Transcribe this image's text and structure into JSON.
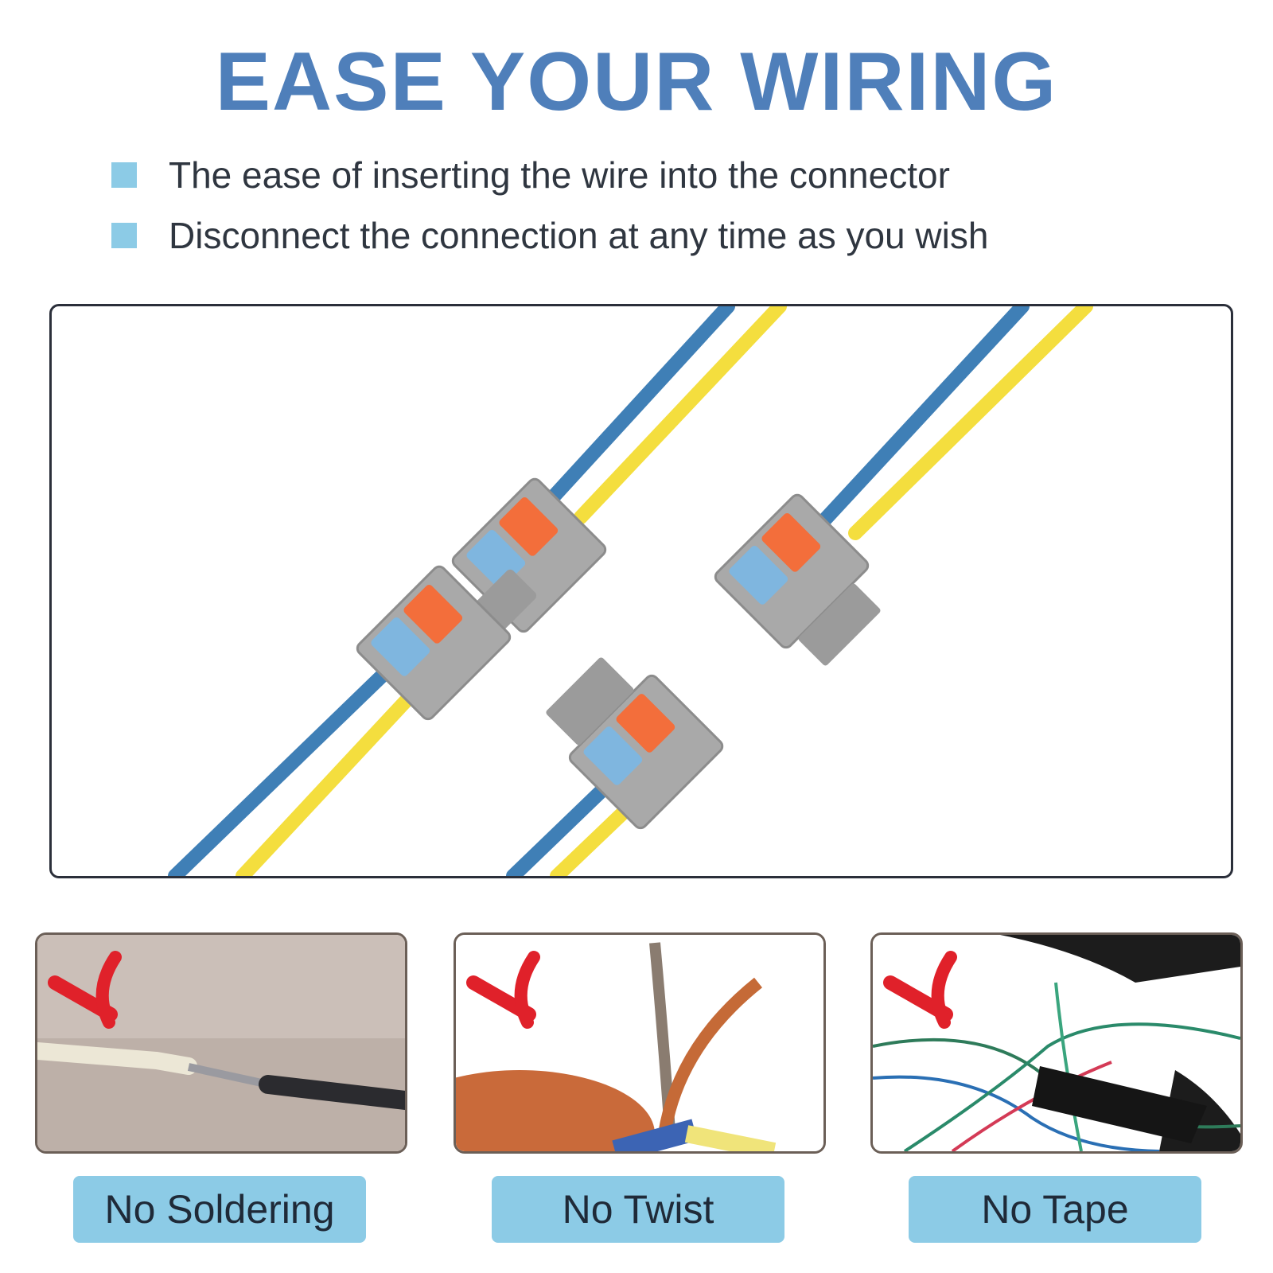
{
  "headline": {
    "text": "EASE YOUR WIRING",
    "color": "#4f7fba"
  },
  "bullets": [
    {
      "text": "The ease of inserting the wire into the connector"
    },
    {
      "text": "Disconnect the connection at any time as you wish"
    }
  ],
  "colors": {
    "accent_light_blue": "#8ccbe6",
    "cross_red": "#e0212a",
    "wire_blue": "#3f7fb6",
    "wire_yellow": "#f4de3e",
    "connector_gray": "#a9a9a9",
    "lever_blue": "#7fb6df",
    "lever_orange": "#f36e3b"
  },
  "hero": {
    "icon": "push-in-wire-connector-photo"
  },
  "comparison": [
    {
      "label": "No Soldering",
      "icon": "soldered-wire-photo",
      "mark": "red-cross-icon"
    },
    {
      "label": "No Twist",
      "icon": "twisted-wire-photo",
      "mark": "red-cross-icon"
    },
    {
      "label": "No Tape",
      "icon": "taped-wire-photo",
      "mark": "red-cross-icon"
    }
  ]
}
